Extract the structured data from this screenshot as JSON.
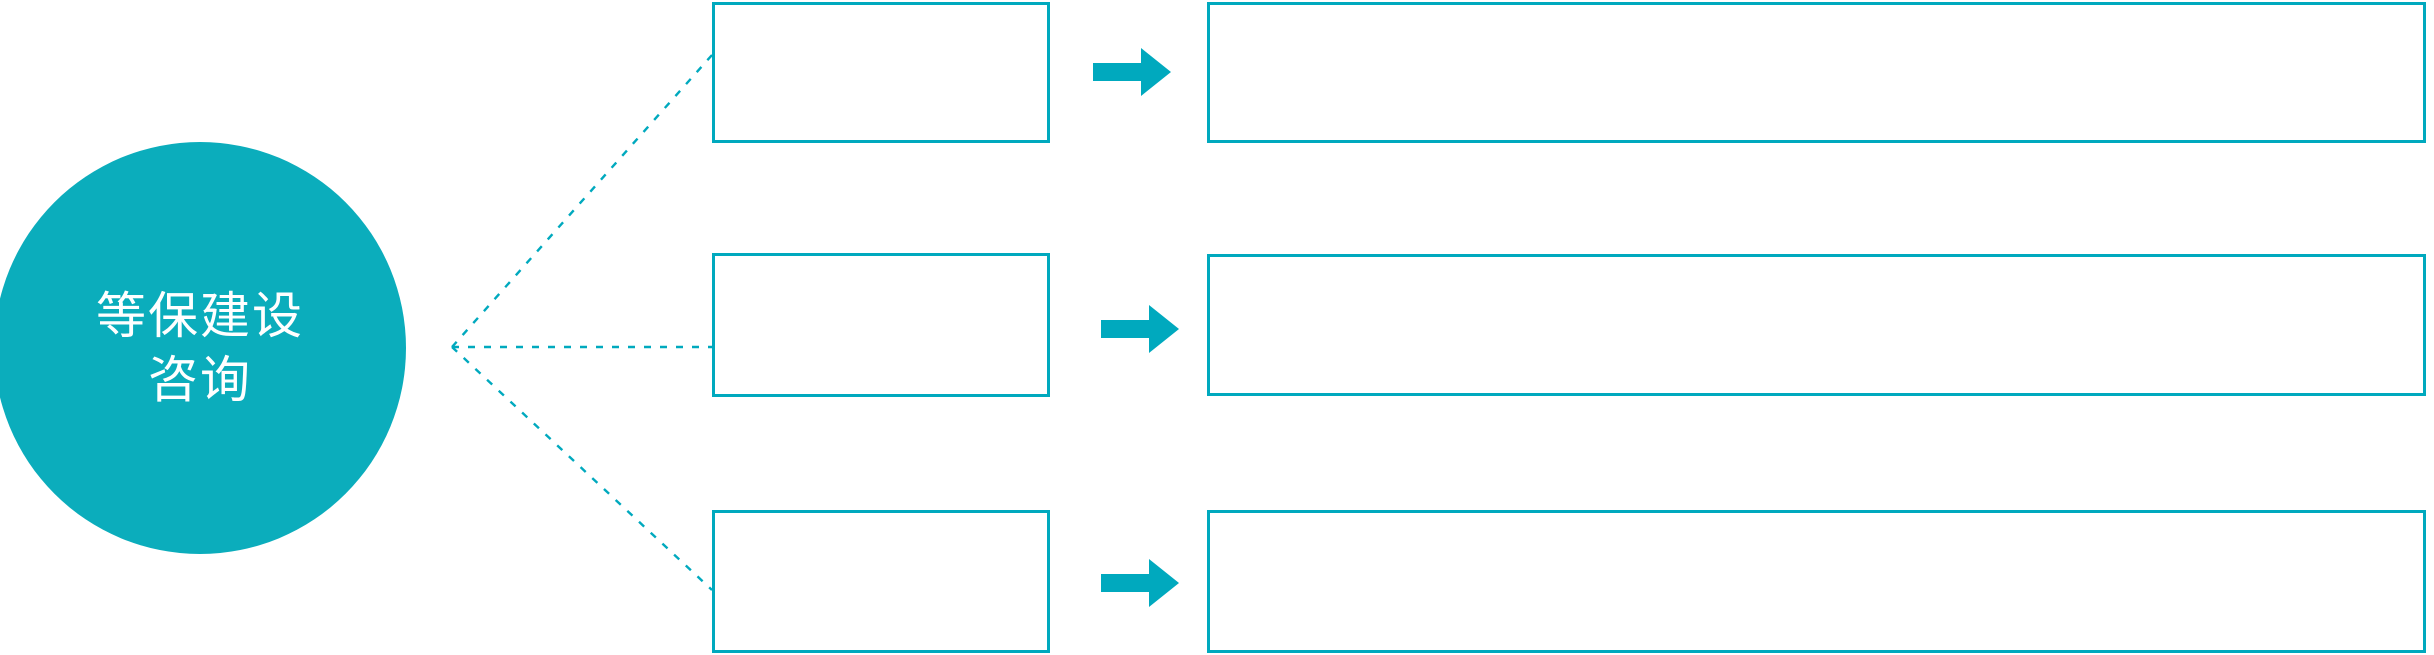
{
  "diagram": {
    "type": "fan-out-process",
    "colors": {
      "accent_fill": "#0badbc",
      "accent_border": "#00a9be",
      "connector": "#00a9be",
      "background": "#ffffff",
      "hub_text": "#ffffff"
    },
    "hub": {
      "shape": "circle",
      "line1": "等保建设",
      "line2": "咨询"
    },
    "connector": {
      "style": "dotted",
      "branches": 3
    },
    "rows": [
      {
        "topic": "",
        "arrow": "right-block-arrow",
        "detail": ""
      },
      {
        "topic": "",
        "arrow": "right-block-arrow",
        "detail": ""
      },
      {
        "topic": "",
        "arrow": "right-block-arrow",
        "detail": ""
      }
    ]
  }
}
